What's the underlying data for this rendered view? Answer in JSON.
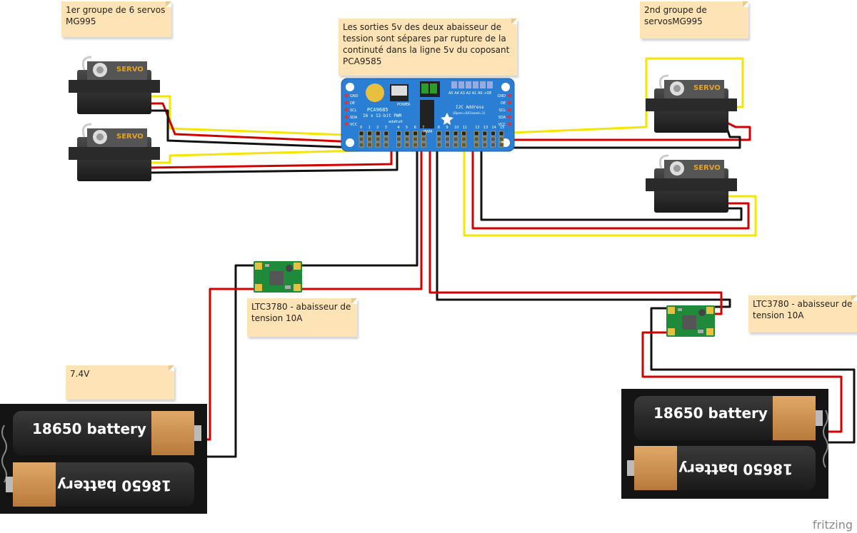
{
  "notes": {
    "group1": "1er groupe de 6 servos\nMG995",
    "controller_note": "Les sorties 5v des deux abaisseur de tession sont sépares par rupture de la continuté dans la ligne 5v du coposant PCA9585",
    "group2": "2nd groupe de servosMG995",
    "reg1": "LTC3780 - abaisseur de tension 10A",
    "reg2": "LTC3780 - abaisseur de tension 10A",
    "battery_voltage": "7.4V"
  },
  "servo": {
    "label": "SERVO"
  },
  "board": {
    "chip_name": "PCA9685",
    "subtitle": "16 x 12-bit PWM",
    "power_label": "POWER",
    "i2c_title": "I2C Address",
    "i2c_sub": "(Open=0/Closed=1)",
    "brand": "adafruit",
    "pwm_label": "PWM",
    "address_pins": "A5 A4 A3 A2 A1 A0 +OE",
    "pins_left": [
      "GND",
      "OE",
      "SCL",
      "SDA",
      "VCC"
    ],
    "pins_right": [
      "GND",
      "OE",
      "SCL",
      "SDA",
      "VCC"
    ],
    "channel_numbers": [
      "0",
      "1",
      "2",
      "3",
      "4",
      "5",
      "6",
      "7",
      "8",
      "9",
      "10",
      "11",
      "12",
      "13",
      "14",
      "15"
    ]
  },
  "battery": {
    "label": "18650 battery"
  },
  "watermark": "fritzing",
  "colors": {
    "wire_red": "#d40000",
    "wire_black": "#111111",
    "wire_yellow": "#f5e600",
    "board_blue": "#2a7fd4",
    "reg_green": "#1f8a3a",
    "note_bg": "#fde3b6"
  }
}
